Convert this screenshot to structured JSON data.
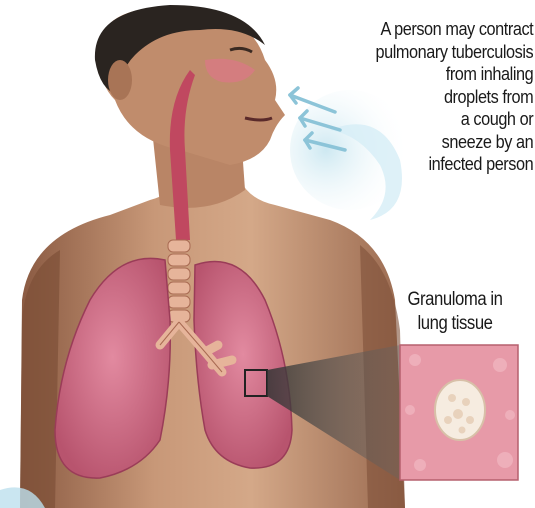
{
  "infection_caption": {
    "lines": [
      "A person may contract",
      "pulmonary tuberculosis",
      "from inhaling",
      "droplets from",
      "a cough or",
      "sneeze by an",
      "infected person"
    ]
  },
  "granuloma_caption": {
    "lines": [
      "Granuloma in",
      "lung tissue"
    ]
  },
  "colors": {
    "skin": "#c89878",
    "skin_shadow": "#9a6a50",
    "lung": "#d9728c",
    "lung_dark": "#b8546e",
    "airway": "#c04860",
    "droplet_spray": "#a8d4e4",
    "granuloma_tissue": "#e79aa8",
    "granuloma_core": "#f6ece0",
    "zoom_wedge": "#555555"
  },
  "icons": [
    "droplet-arrow-icon",
    "zoom-box-icon"
  ]
}
